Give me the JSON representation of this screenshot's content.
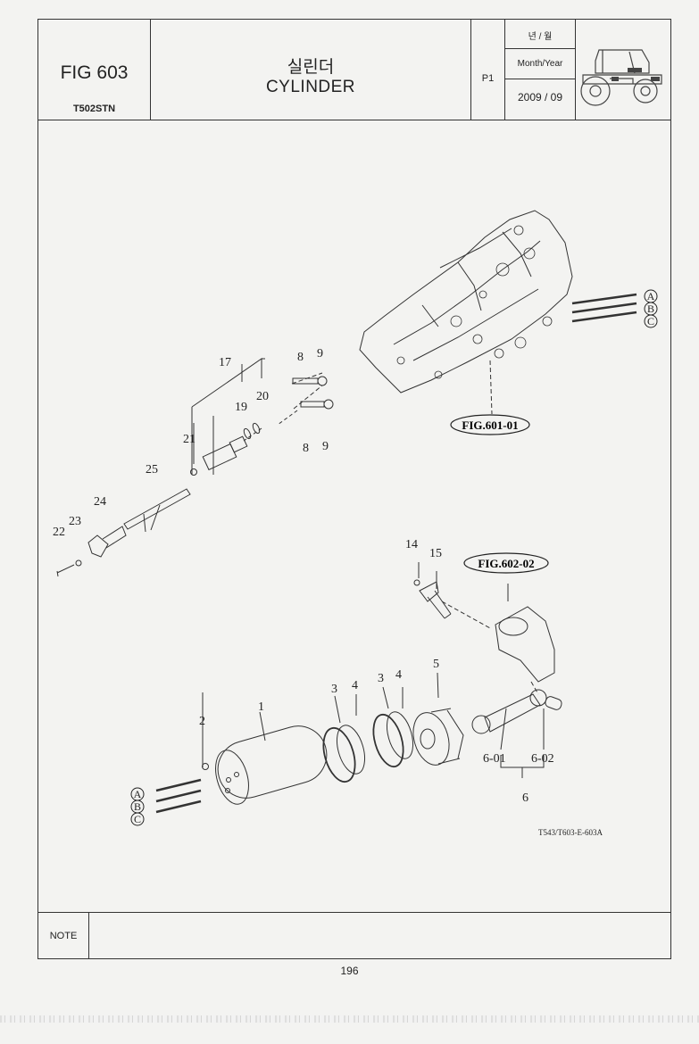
{
  "header": {
    "fig_number": "FIG 603",
    "model": "T502STN",
    "title_ko": "실린더",
    "title_en": "CYLINDER",
    "page": "P1",
    "date_label_ko": "년 / 월",
    "date_label_en": "Month/Year",
    "date_value": "2009 / 09"
  },
  "diagram": {
    "callouts": [
      "1",
      "2",
      "3",
      "4",
      "3",
      "4",
      "5",
      "6-01",
      "6-02",
      "6",
      "8",
      "9",
      "8",
      "9",
      "14",
      "15",
      "17",
      "19",
      "20",
      "21",
      "22",
      "23",
      "24",
      "25"
    ],
    "figure_refs": [
      "FIG.601-01",
      "FIG.602-02"
    ],
    "connector_letters": [
      "A",
      "B",
      "C",
      "A",
      "B",
      "C"
    ],
    "drawing_code": "T543/T603-E-603A"
  },
  "footer": {
    "note_label": "NOTE",
    "page_number": "196"
  }
}
